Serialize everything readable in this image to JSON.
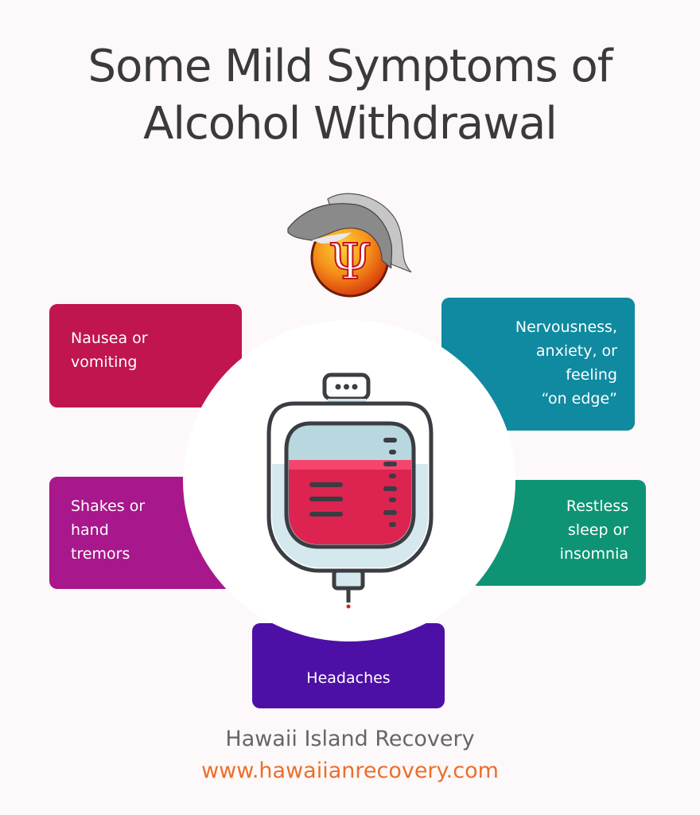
{
  "title": {
    "line1": "Some Mild Symptoms of",
    "line2": "Alcohol Withdrawal"
  },
  "logo": {
    "icon": "dolphin-psi-logo-icon",
    "symbol": "Ψ"
  },
  "center_icon": "iv-bag-icon",
  "symptoms": [
    {
      "lines": [
        "Nausea or",
        "vomiting"
      ],
      "color": "#c0154f"
    },
    {
      "lines": [
        "Nervousness,",
        "anxiety, or",
        "feeling",
        "“on edge”"
      ],
      "color": "#0f8aa0"
    },
    {
      "lines": [
        "Shakes or",
        "hand",
        "tremors"
      ],
      "color": "#a8178b"
    },
    {
      "lines": [
        "Restless",
        "sleep or",
        "insomnia"
      ],
      "color": "#0e9474"
    },
    {
      "lines": [
        "Headaches"
      ],
      "color": "#4d10a6"
    }
  ],
  "footer": {
    "organization": "Hawaii Island Recovery",
    "url": "www.hawaiianrecovery.com",
    "url_color": "#ec6f2a"
  }
}
